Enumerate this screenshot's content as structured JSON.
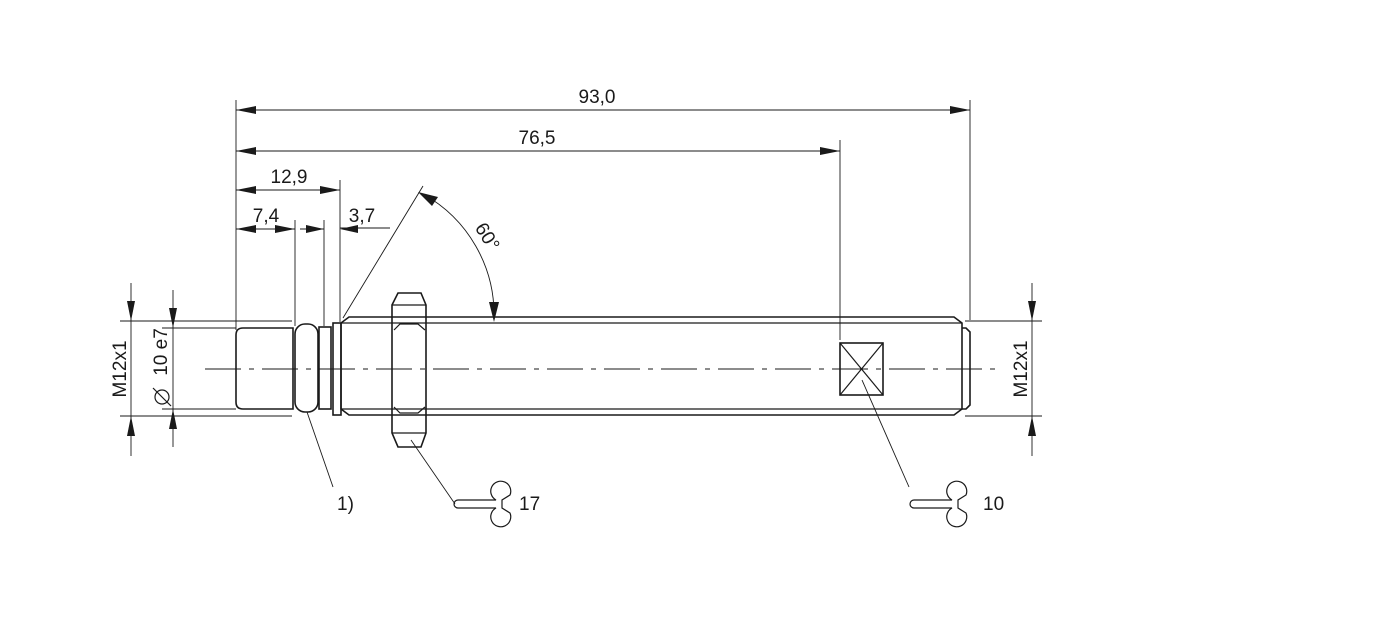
{
  "dimensions": {
    "overall_length": "93,0",
    "thread_length": "76,5",
    "plug_length": "12,9",
    "plug_body": "7,4",
    "groove": "3,7",
    "angle": "60°",
    "thread_left": "M12x1",
    "diameter": "10 e7",
    "thread_right": "M12x1"
  },
  "callouts": {
    "note": "1)",
    "nut_wrench_size": "17",
    "flat_wrench_size": "10"
  },
  "colors": {
    "line": "#1a1a1a",
    "background": "#ffffff"
  },
  "icons": {
    "wrench": "open-end-wrench-icon",
    "diameter": "diameter-symbol-icon"
  }
}
